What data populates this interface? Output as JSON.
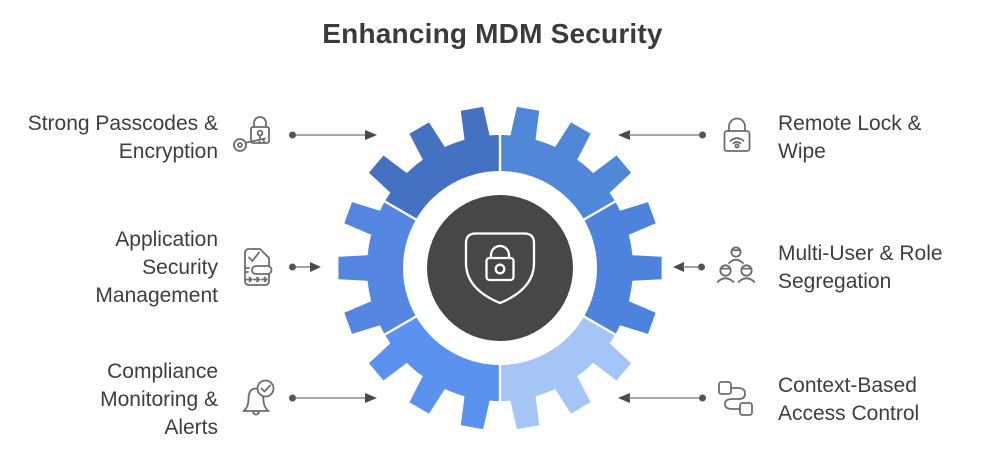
{
  "title": "Enhancing MDM Security",
  "center": {
    "icon": "shield-lock-icon",
    "circle_color": "#474747",
    "icon_color": "#ffffff"
  },
  "gear": {
    "teeth": 18,
    "divider_color": "#ffffff",
    "segments": [
      {
        "position": "top-right",
        "color": "#5187d9",
        "item": "remote-lock-wipe"
      },
      {
        "position": "right",
        "color": "#4d83dd",
        "item": "multi-user-role-segregation"
      },
      {
        "position": "bottom-right",
        "color": "#a6c5f7",
        "item": "context-based-access-control"
      },
      {
        "position": "bottom-left",
        "color": "#5b91ef",
        "item": "compliance-monitoring-alerts"
      },
      {
        "position": "left",
        "color": "#5486e1",
        "item": "application-security-management"
      },
      {
        "position": "top-left",
        "color": "#4571c3",
        "item": "strong-passcodes-encryption"
      }
    ]
  },
  "connector": {
    "line_color": "#8b8b8b",
    "dot_color": "#565656",
    "head_color": "#4a4a4a"
  },
  "items": {
    "left": [
      {
        "label": "Strong Passcodes & Encryption",
        "icon": "key-lock-icon"
      },
      {
        "label": "Application\nSecurity\nManagement",
        "icon": "document-check-icon"
      },
      {
        "label": "Compliance\nMonitoring &\nAlerts",
        "icon": "bell-check-icon"
      }
    ],
    "right": [
      {
        "label": "Remote Lock &\nWipe",
        "icon": "lock-wifi-icon"
      },
      {
        "label": "Multi-User & Role\nSegregation",
        "icon": "users-icon"
      },
      {
        "label": "Context-Based\nAccess Control",
        "icon": "flow-nodes-icon"
      }
    ]
  }
}
